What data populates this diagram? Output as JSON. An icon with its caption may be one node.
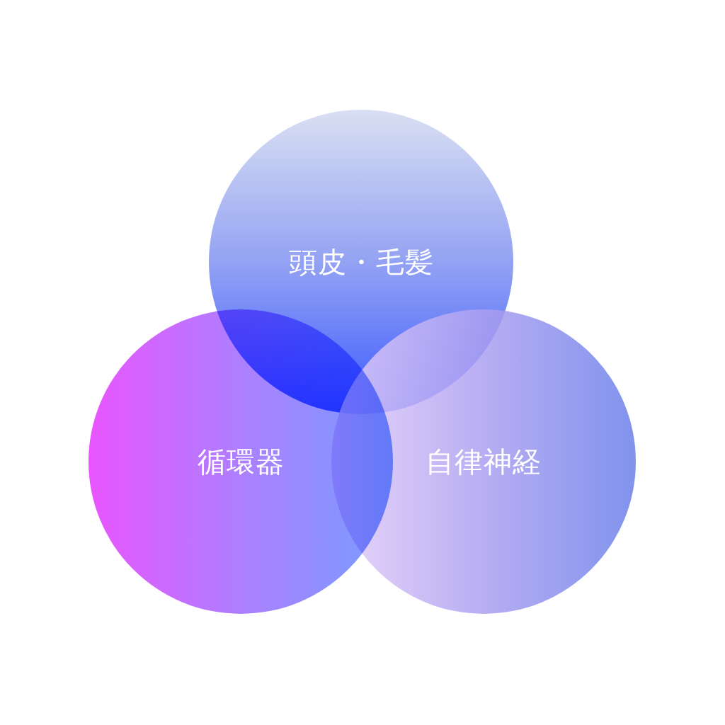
{
  "diagram": {
    "nodes": [
      {
        "text": [
          "頭皮・毛髪"
        ]
      },
      {
        "text": [
          "循環器"
        ]
      },
      {
        "text": [
          "自律神経"
        ]
      }
    ]
  }
}
